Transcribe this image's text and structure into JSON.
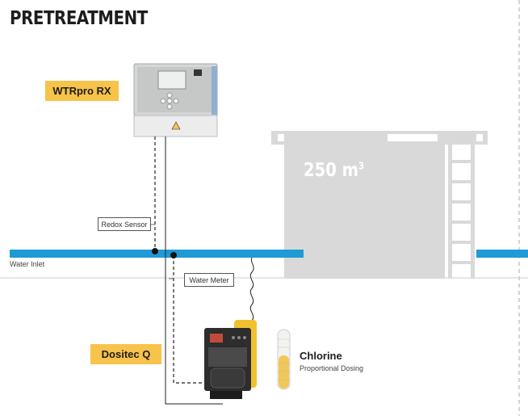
{
  "header": {
    "title": "PRETREATMENT"
  },
  "controller": {
    "tag": "WTRpro RX"
  },
  "pump": {
    "tag": "Dositec Q"
  },
  "sensors": {
    "redox": "Redox Sensor",
    "water_meter": "Water Meter"
  },
  "pipe": {
    "label": "Water Inlet"
  },
  "tank": {
    "volume": "250 m",
    "volume_exp": "3"
  },
  "chemical": {
    "name": "Chlorine",
    "description": "Proportional Dosing"
  },
  "colors": {
    "pipe": "#1e9ad6",
    "tag": "#f7c34a",
    "tank": "#d9d9d9",
    "chemical": "#f0c75a"
  }
}
